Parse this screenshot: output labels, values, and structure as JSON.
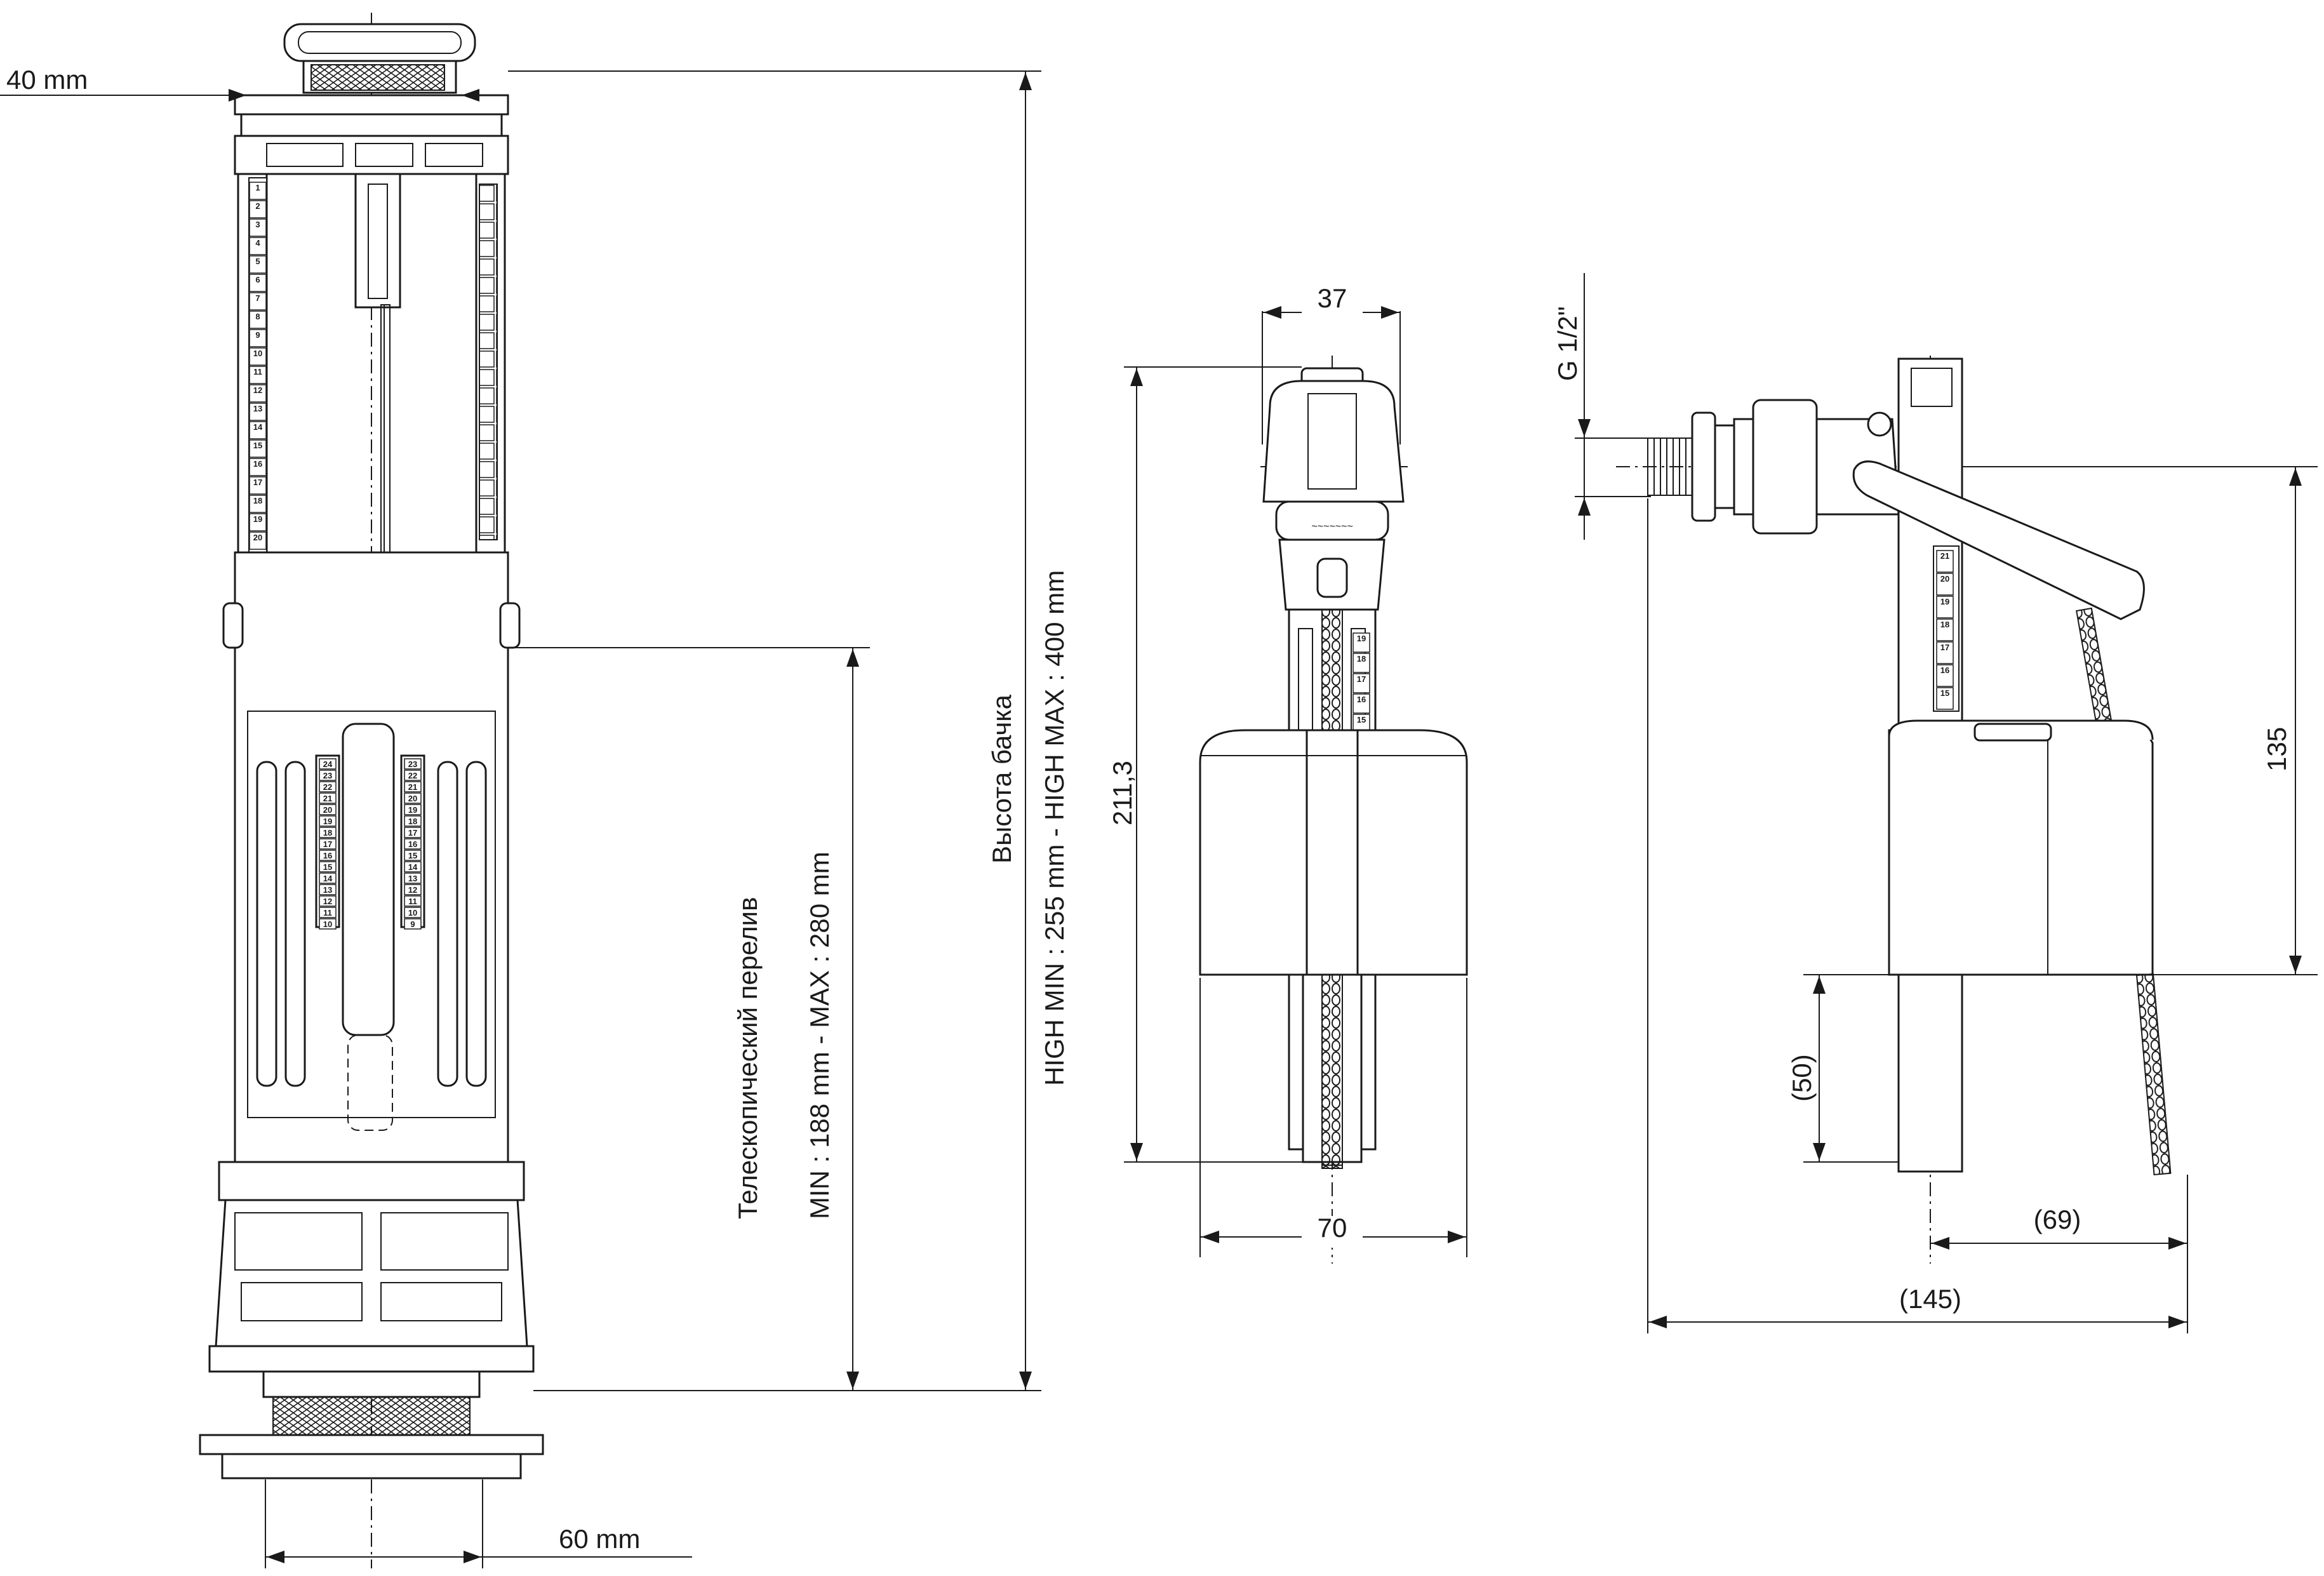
{
  "flush_valve": {
    "diameter_top": "40 mm",
    "diameter_bottom": "60 mm",
    "overflow_title": "Телескопический перелив",
    "overflow_range": "MIN : 188 mm - MAX : 280 mm",
    "tank_title": "Высота бачка",
    "tank_range": "HIGH MIN : 255 mm - HIGH MAX : 400 mm",
    "scale_upper": [
      "1",
      "2",
      "3",
      "4",
      "5",
      "6",
      "7",
      "8",
      "9",
      "10",
      "11",
      "12",
      "13",
      "14",
      "15",
      "16",
      "17",
      "18",
      "19",
      "20"
    ],
    "scale_inner_left": [
      "24",
      "23",
      "22",
      "21",
      "20",
      "19",
      "18",
      "17",
      "16",
      "15",
      "14",
      "13",
      "12",
      "11",
      "10"
    ],
    "scale_inner_right": [
      "23",
      "22",
      "21",
      "20",
      "19",
      "18",
      "17",
      "16",
      "15",
      "14",
      "13",
      "12",
      "11",
      "10",
      "9"
    ]
  },
  "fill_valve_front": {
    "width_top": "37",
    "width_bottom": "70",
    "height": "211,3",
    "scale": [
      "19",
      "18",
      "17",
      "16",
      "15"
    ]
  },
  "fill_valve_side": {
    "thread": "G 1/2\"",
    "float_height": "135",
    "bottom_gap": "(50)",
    "arm_length": "(69)",
    "total_length": "(145)",
    "scale": [
      "21",
      "20",
      "19",
      "18",
      "17",
      "16",
      "15"
    ]
  }
}
